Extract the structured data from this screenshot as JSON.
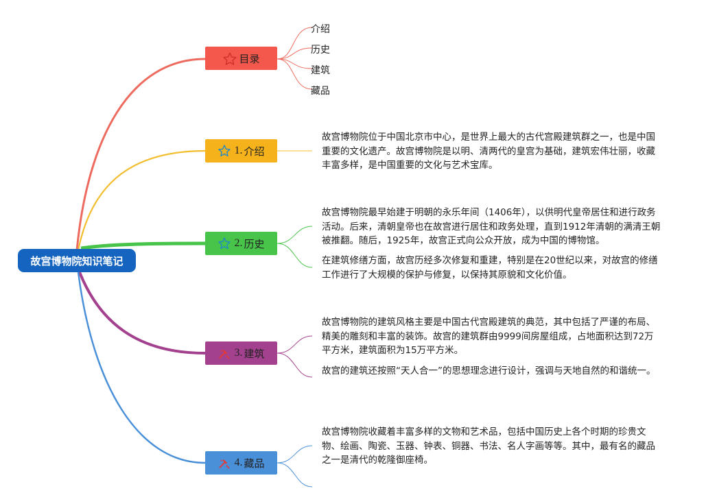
{
  "root": {
    "label": "故宫博物院知识笔记"
  },
  "toc": {
    "label": "目录",
    "icon": "star-outline-icon",
    "items": [
      "介绍",
      "历史",
      "建筑",
      "藏品"
    ]
  },
  "sections": [
    {
      "num": "1.",
      "title": "介绍",
      "icon": "star-outline-icon",
      "paragraphs": [
        "故宫博物院位于中国北京市中心，是世界上最大的古代宫殿建筑群之一，也是中国重要的文化遗产。故宫博物院是以明、清两代的皇宫为基础，建筑宏伟壮丽，收藏丰富多样，是中国重要的文化与艺术宝库。"
      ]
    },
    {
      "num": "2.",
      "title": "历史",
      "icon": "star-outline-icon",
      "paragraphs": [
        "故宫博物院最早始建于明朝的永乐年间（1406年），以供明代皇帝居住和进行政务活动。后来，清朝皇帝也在故宫进行居住和政务处理，直到1912年清朝的满清王朝被推翻。随后，1925年，故宫正式向公众开放，成为中国的博物馆。",
        "在建筑修缮方面，故宫历经多次修复和重建，特别是在20世纪以来，对故宫的修缮工作进行了大规模的保护与修复，以保持其原貌和文化价值。"
      ]
    },
    {
      "num": "3.",
      "title": "建筑",
      "icon": "hammer-icon",
      "paragraphs": [
        "故宫博物院的建筑风格主要是中国古代宫殿建筑的典范，其中包括了严谨的布局、精美的雕刻和丰富的装饰。故宫的建筑群由9999间房屋组成，占地面积达到72万平方米，建筑面积为15万平方米。",
        "故宫的建筑还按照“天人合一”的思想理念进行设计，强调与天地自然的和谐统一。"
      ]
    },
    {
      "num": "4.",
      "title": "藏品",
      "icon": "hammer-icon",
      "paragraphs": [
        "故宫博物院收藏着丰富多样的文物和艺术品，包括中国历史上各个时期的珍贵文物、绘画、陶瓷、玉器、钟表、铜器、书法、名人字画等等。其中，最有名的藏品之一是清代的乾隆御座椅。"
      ]
    }
  ],
  "colors": {
    "root": "#1565c0",
    "toc": "#f4574b",
    "intro": "#f6b21b",
    "history": "#48c44a",
    "architecture": "#a4418e",
    "collection": "#4a90d9"
  }
}
